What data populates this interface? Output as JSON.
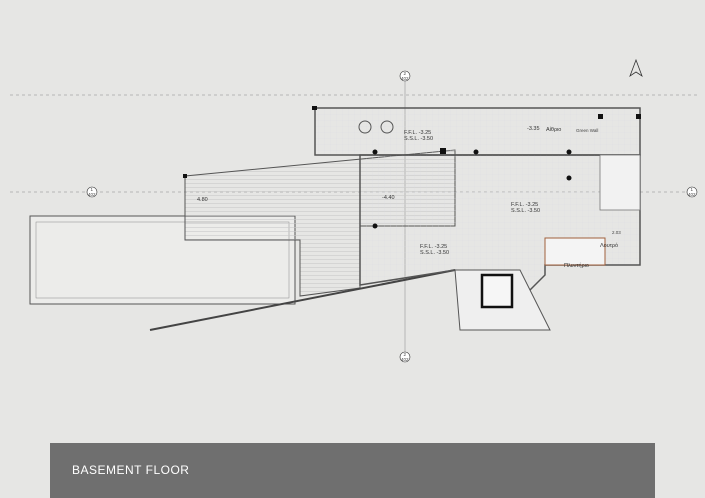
{
  "title": "BASEMENT FLOOR",
  "labels": {
    "ffl": "F.F.L. -3.25",
    "ssl": "S.S.L. -3.50",
    "atrium_level": "-3.35",
    "atrium": "Αίθριο",
    "green_wall": "Green Wall",
    "dim_left": "4.80",
    "dim_deck": "-4.40",
    "laundry": "Πλυντήριο",
    "bath": "Λουτρό",
    "bath_level": "2.03",
    "section_number_2": "2",
    "section_number_1": "1",
    "section_sheet": "402"
  },
  "colors": {
    "background": "#e6e6e4",
    "banner": "#6f6f6f",
    "banner_text": "#ffffff",
    "accent_wall": "#a0603c"
  }
}
